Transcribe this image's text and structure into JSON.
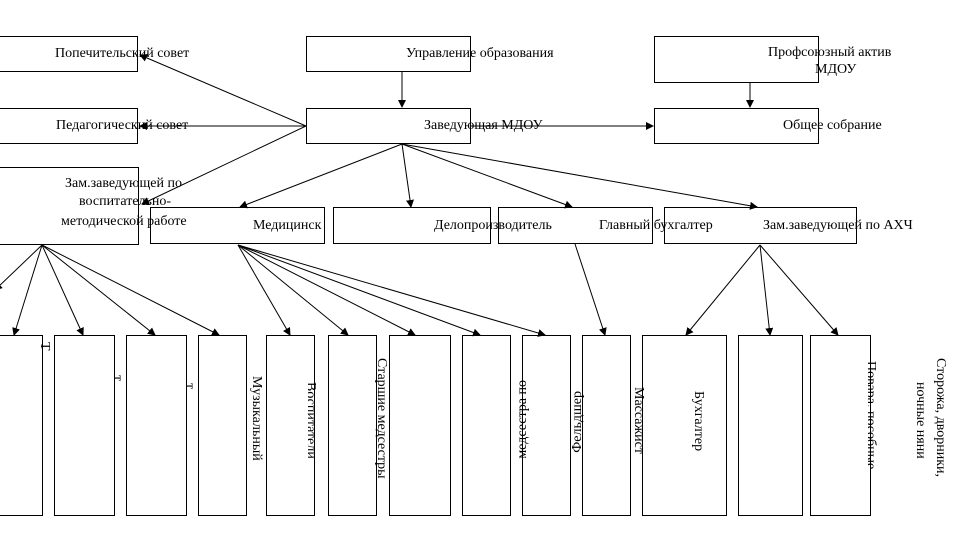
{
  "top_row": {
    "board_of_trustees": "Попечительский совет",
    "education_department": "Управление образования",
    "union_line1": "Профсоюзный актив",
    "union_line2": "МДОУ"
  },
  "second_row": {
    "pedagogical_council": "Педагогический совет",
    "head": "Заведующая МДОУ",
    "general_meeting": "Общее собрание"
  },
  "third_row": {
    "deputy_method_line1": "Зам.заведующей по",
    "deputy_method_line2": "воспитательно-",
    "deputy_method_line3": "методической работе",
    "medical": "Медицинск",
    "clerk": "Делопроизводитель",
    "chief_accountant": "Главный бухгалтер",
    "deputy_admin": "Зам.заведующей по АХЧ"
  },
  "bottom_row": {
    "fragment1": "Т",
    "fragment2": "т",
    "fragment3": "т",
    "music": "Музыкальный",
    "teachers": "Воспитатели",
    "senior_nurses": "Старшие медсестры",
    "nurse": "медсестра по",
    "paramedic": "Фельдшер",
    "masseur": "Массажист",
    "accountant": "Бухгалтер",
    "cooks": "Повара, пособные",
    "guards_line1": "Сторожа, дворники,",
    "guards_line2": "ночные няни"
  }
}
